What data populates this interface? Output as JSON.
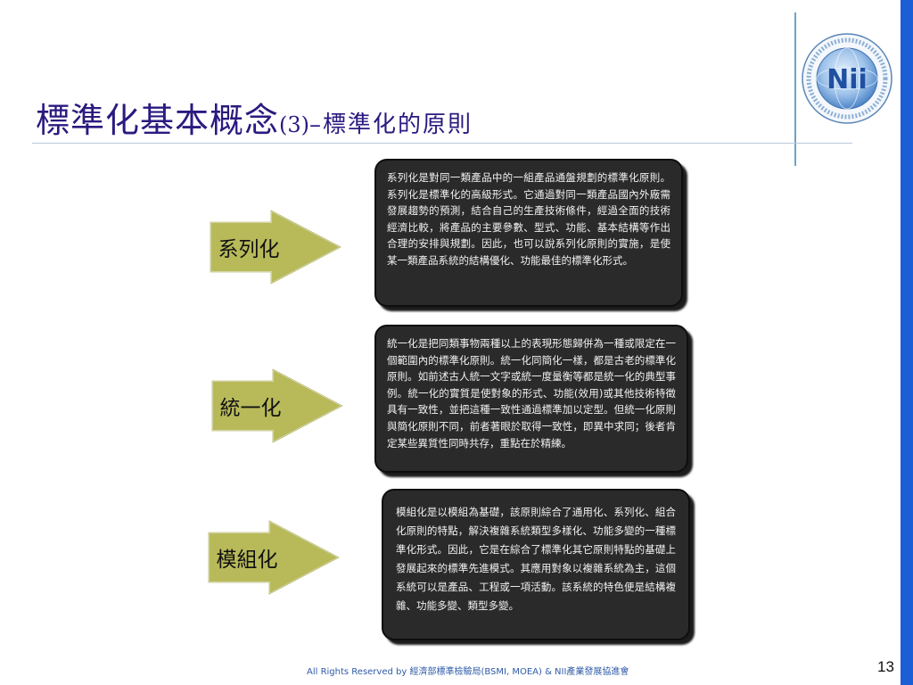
{
  "slide": {
    "title_main": "標準化基本概念",
    "title_paren": "(3)",
    "title_sub": "–標準化的原則",
    "footer": "All Rights Reserved by 經濟部標準檢驗局(BSMI, MOEA) & NII產業發展協進會",
    "page_number": "13"
  },
  "logo": {
    "text": "Nii"
  },
  "principles": [
    {
      "label": "系列化",
      "description": "系列化是對同一類產品中的一組產品通盤規劃的標準化原則。系列化是標準化的高級形式。它通過對同一類產品國內外廠需發展趨勢的預測，結合自己的生產技術條件，經過全面的技術經濟比較，將產品的主要參數、型式、功能、基本結構等作出合理的安排與規劃。因此，也可以說系列化原則的實施，是使某一類產品系統的結構優化、功能最佳的標準化形式。"
    },
    {
      "label": "統一化",
      "description": "統一化是把同類事物兩種以上的表現形態歸併為一種或限定在一個範圍內的標準化原則。統一化同簡化一樣，都是古老的標準化原則。如前述古人統一文字或統一度量衡等都是統一化的典型事例。統一化的實質是使對象的形式、功能(效用)或其他技術特徵具有一致性，並把這種一致性通過標準加以定型。但統一化原則與簡化原則不同，前者著眼於取得一致性，即異中求同；後者肯定某些異質性同時共存，重點在於精練。"
    },
    {
      "label": "模組化",
      "description": "模組化是以模組為基礎，該原則綜合了通用化、系列化、組合化原則的特點，解決複雜系統類型多樣化、功能多變的一種標準化形式。因此，它是在綜合了標準化其它原則特點的基礎上發展起來的標準先進模式。其應用對象以複雜系統為主，這個系統可以是產品、工程或一項活動。該系統的特色便是結構複雜、功能多變、類型多變。"
    }
  ],
  "colors": {
    "title": "#2a1a80",
    "arrow_fill": "#b8ba5a",
    "box_fill": "#2a2a2a",
    "right_bar": "#1a5fd6",
    "footer": "#2f5ba8"
  }
}
